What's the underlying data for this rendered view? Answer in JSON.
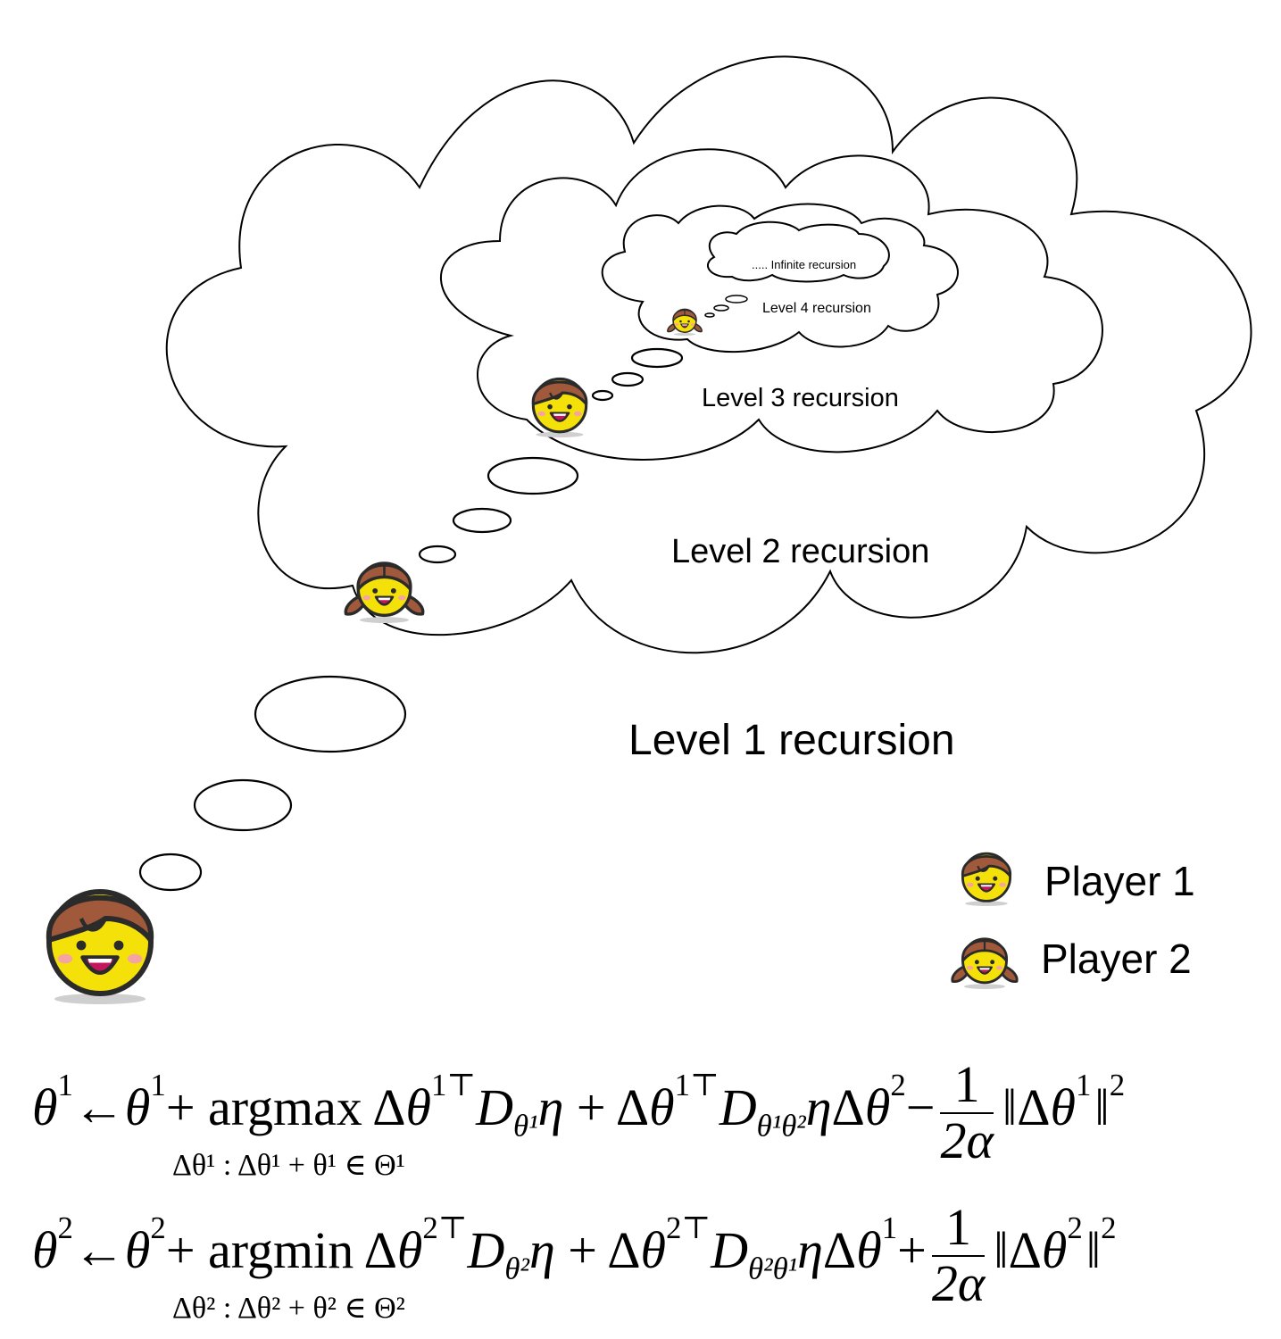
{
  "labels": {
    "infinite": ".....   Infinite recursion",
    "level4": "Level 4 recursion",
    "level3": "Level 3 recursion",
    "level2": "Level 2 recursion",
    "level1": "Level 1 recursion"
  },
  "legend": [
    {
      "label": "Player 1",
      "icon": "boy-face-icon"
    },
    {
      "label": "Player 2",
      "icon": "girl-face-icon"
    }
  ],
  "equations": {
    "eq1": {
      "lhs": "θ",
      "lhs_sup": "1",
      "arrow": "←",
      "op": "argmax",
      "constraint": "Δθ¹ : Δθ¹ + θ¹ ∈ Θ¹",
      "sign": "−",
      "frac_num": "1",
      "frac_den": "2α",
      "sub_d1": "θ¹",
      "sub_d2": "θ¹θ²",
      "sup_delta": "1⊤",
      "idx": "1",
      "idx_other": "2"
    },
    "eq2": {
      "lhs": "θ",
      "lhs_sup": "2",
      "arrow": "←",
      "op": "argmin",
      "constraint": "Δθ² : Δθ² + θ² ∈ Θ²",
      "sign": "+",
      "frac_num": "1",
      "frac_den": "2α",
      "sub_d1": "θ²",
      "sub_d2": "θ²θ¹",
      "sup_delta": "2⊤",
      "idx": "2",
      "idx_other": "1"
    }
  },
  "colors": {
    "face": "#f5e10a",
    "hair": "#a0593a",
    "mouth": "#c2185b",
    "cheek": "#f5a3a3",
    "outline": "#2b2b2b"
  }
}
